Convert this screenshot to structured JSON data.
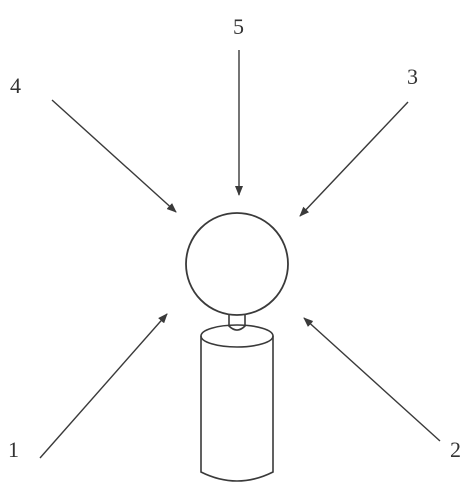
{
  "diagram": {
    "arrow_labels": [
      "1",
      "2",
      "3",
      "4",
      "5"
    ]
  },
  "colors": {
    "stroke": "#3a3a3a",
    "text": "#333333",
    "background": "#ffffff"
  }
}
